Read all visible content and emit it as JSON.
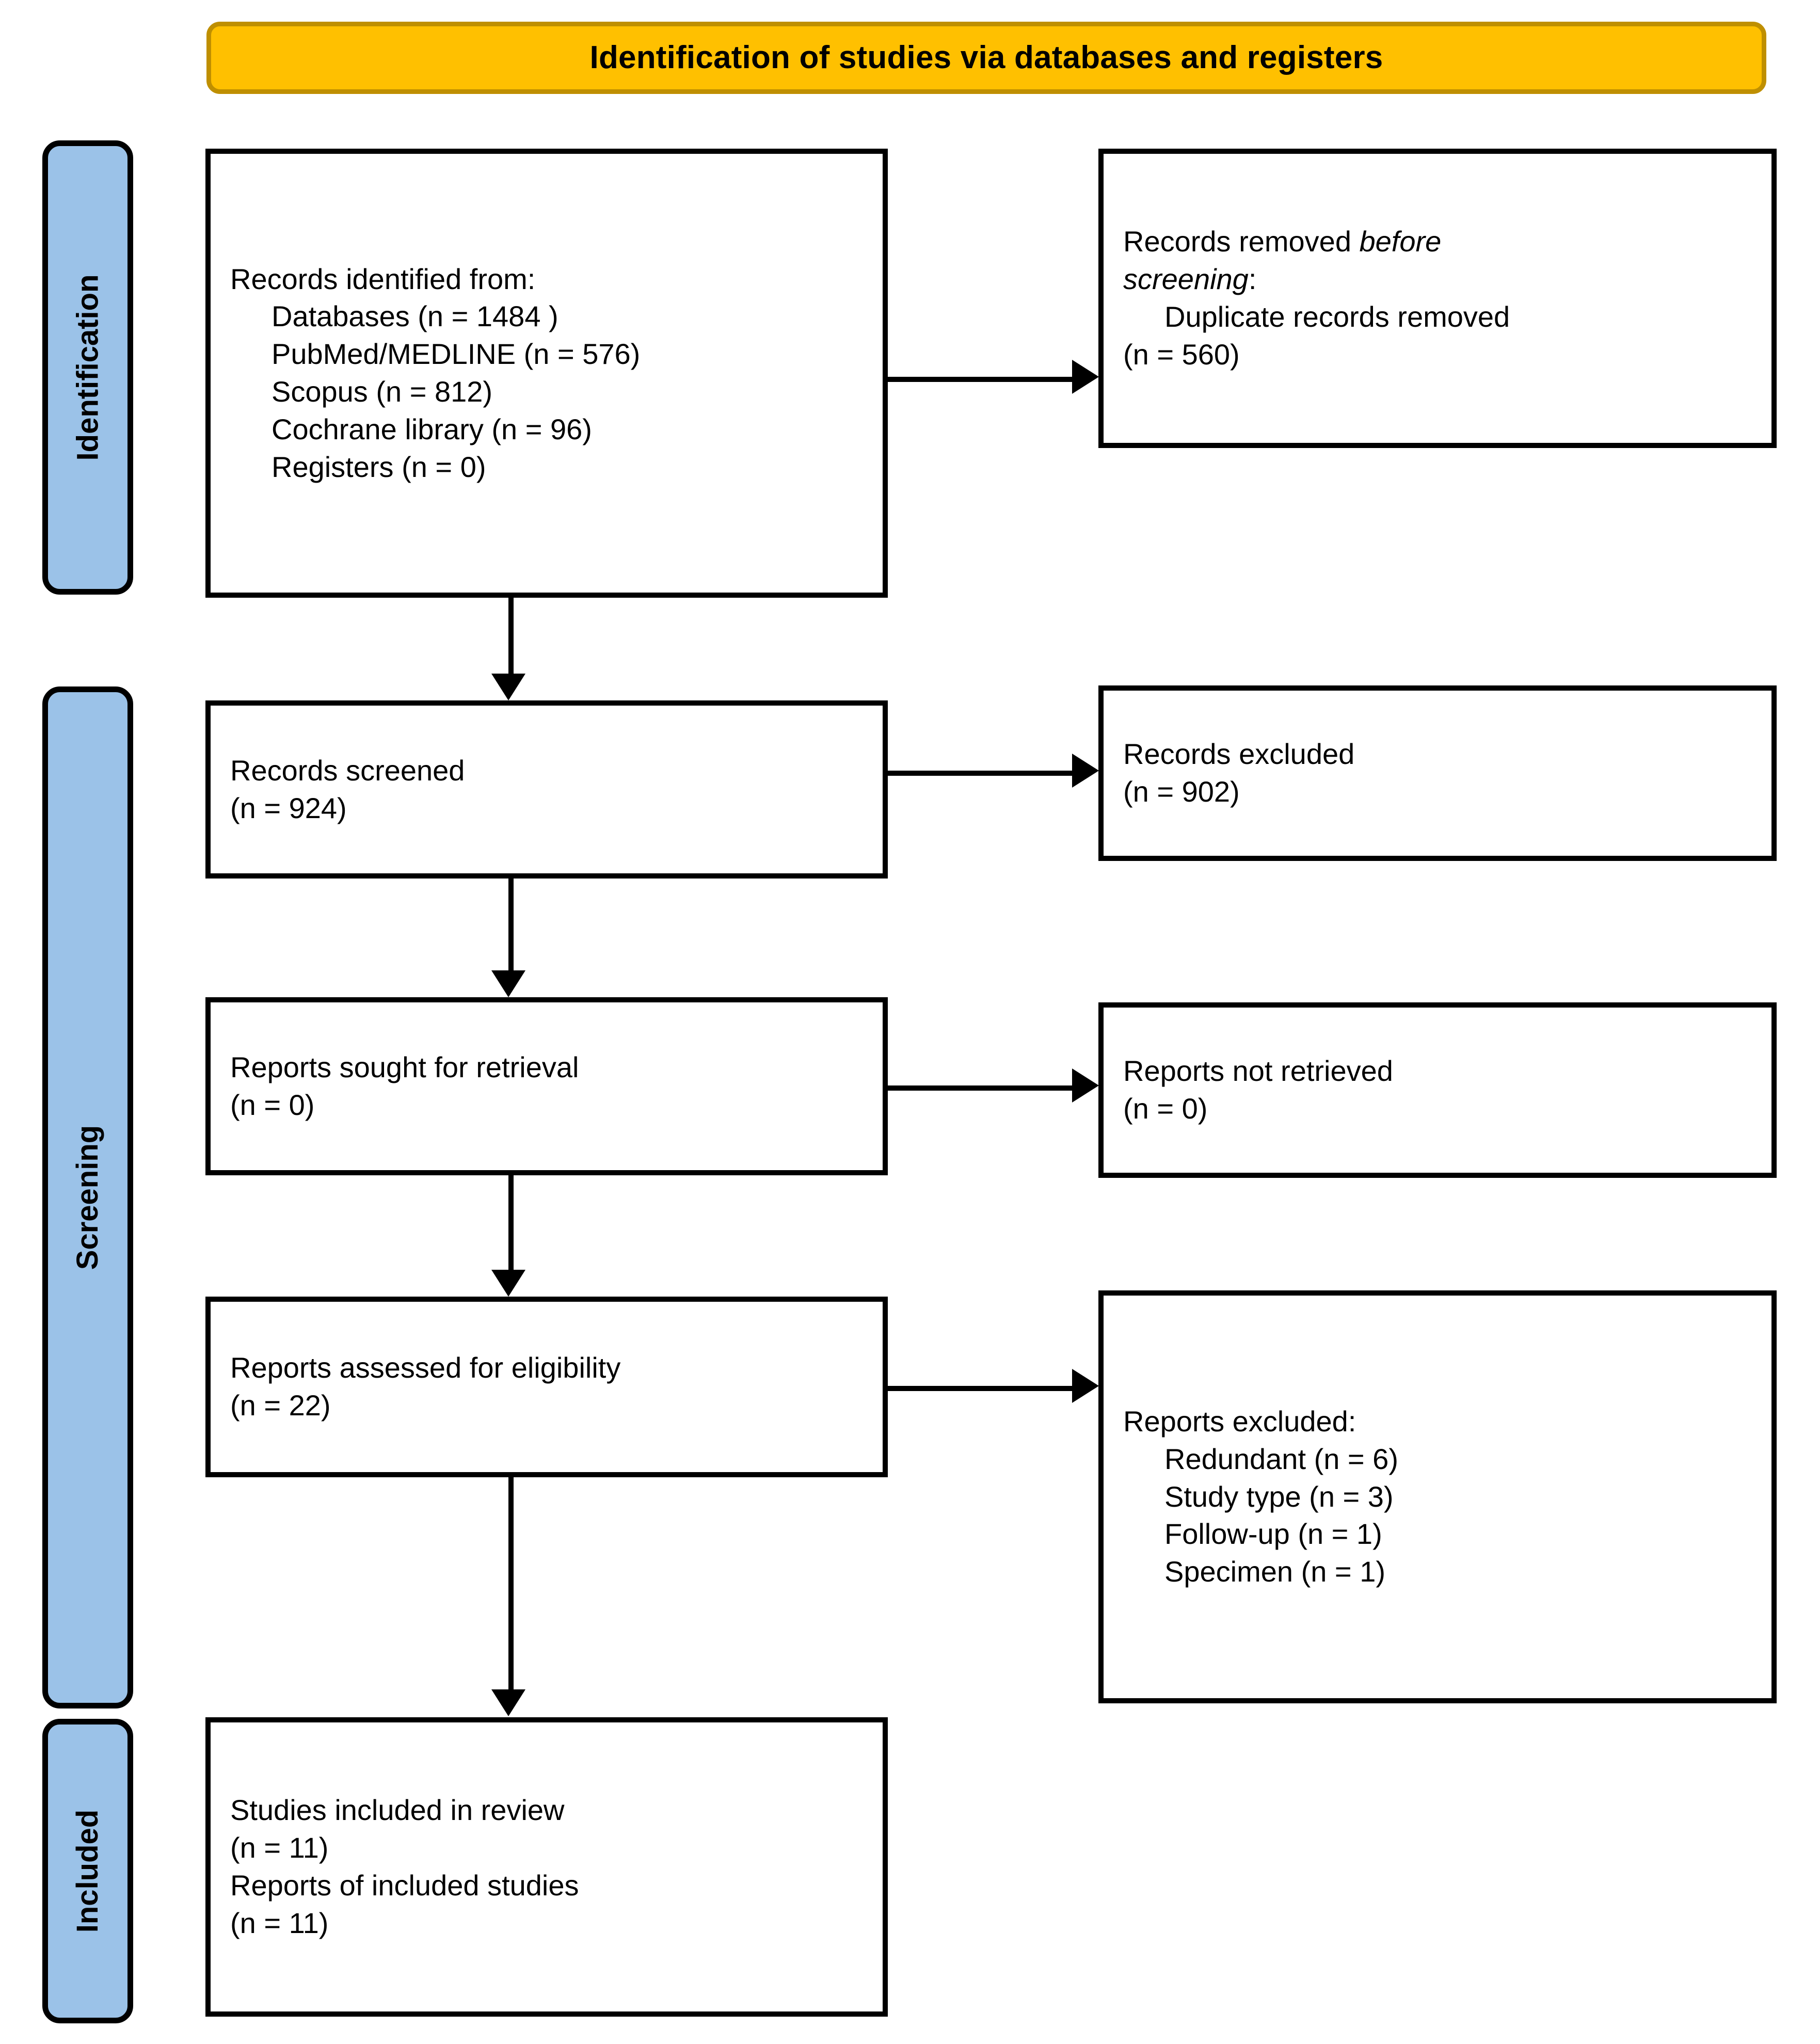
{
  "header": {
    "title": "Identification of studies via databases and registers",
    "background_color": "#FFC000",
    "border_color": "#BF8F00"
  },
  "stages": {
    "identification": "Identification",
    "screening": "Screening",
    "included": "Included",
    "background_color": "#9BC2E8"
  },
  "boxes": {
    "identified": {
      "line1": "Records identified from:",
      "line2": "Databases (n = 1484 )",
      "line3": "PubMed/MEDLINE (n = 576)",
      "line4": "Scopus (n = 812)",
      "line5": "Cochrane library (n = 96)",
      "line6": "Registers (n = 0)"
    },
    "removed_before_screening": {
      "line1_a": "Records removed ",
      "line1_b": "before",
      "line2_a": "screening",
      "line2_b": ":",
      "line3": "Duplicate records removed",
      "line4": "(n = 560)"
    },
    "records_screened": {
      "line1": "Records screened",
      "line2": "(n = 924)"
    },
    "records_excluded": {
      "line1": "Records excluded",
      "line2": "(n = 902)"
    },
    "reports_sought": {
      "line1": "Reports sought for retrieval",
      "line2": "(n = 0)"
    },
    "reports_not_retrieved": {
      "line1": "Reports not retrieved",
      "line2": "(n = 0)"
    },
    "reports_assessed": {
      "line1": "Reports assessed for eligibility",
      "line2": "(n = 22)"
    },
    "reports_excluded": {
      "line1": "Reports excluded:",
      "line2": "Redundant (n = 6)",
      "line3": "Study type (n = 3)",
      "line4": "Follow-up (n = 1)",
      "line5": "Specimen (n = 1)"
    },
    "studies_included": {
      "line1": "Studies included in review",
      "line2": "(n = 11)",
      "line3": "Reports of included studies",
      "line4": "(n = 11)"
    }
  },
  "chart_data": {
    "type": "diagram",
    "title": "Identification of studies via databases and registers",
    "flow": [
      {
        "stage": "Identification",
        "node": "Records identified from databases",
        "n": 1484
      },
      {
        "stage": "Identification",
        "node": "PubMed/MEDLINE",
        "n": 576
      },
      {
        "stage": "Identification",
        "node": "Scopus",
        "n": 812
      },
      {
        "stage": "Identification",
        "node": "Cochrane library",
        "n": 96
      },
      {
        "stage": "Identification",
        "node": "Registers",
        "n": 0
      },
      {
        "stage": "Identification",
        "node": "Duplicate records removed before screening",
        "n": 560
      },
      {
        "stage": "Screening",
        "node": "Records screened",
        "n": 924
      },
      {
        "stage": "Screening",
        "node": "Records excluded",
        "n": 902
      },
      {
        "stage": "Screening",
        "node": "Reports sought for retrieval",
        "n": 0
      },
      {
        "stage": "Screening",
        "node": "Reports not retrieved",
        "n": 0
      },
      {
        "stage": "Screening",
        "node": "Reports assessed for eligibility",
        "n": 22
      },
      {
        "stage": "Screening",
        "node": "Reports excluded: Redundant",
        "n": 6
      },
      {
        "stage": "Screening",
        "node": "Reports excluded: Study type",
        "n": 3
      },
      {
        "stage": "Screening",
        "node": "Reports excluded: Follow-up",
        "n": 1
      },
      {
        "stage": "Screening",
        "node": "Reports excluded: Specimen",
        "n": 1
      },
      {
        "stage": "Included",
        "node": "Studies included in review",
        "n": 11
      },
      {
        "stage": "Included",
        "node": "Reports of included studies",
        "n": 11
      }
    ]
  }
}
